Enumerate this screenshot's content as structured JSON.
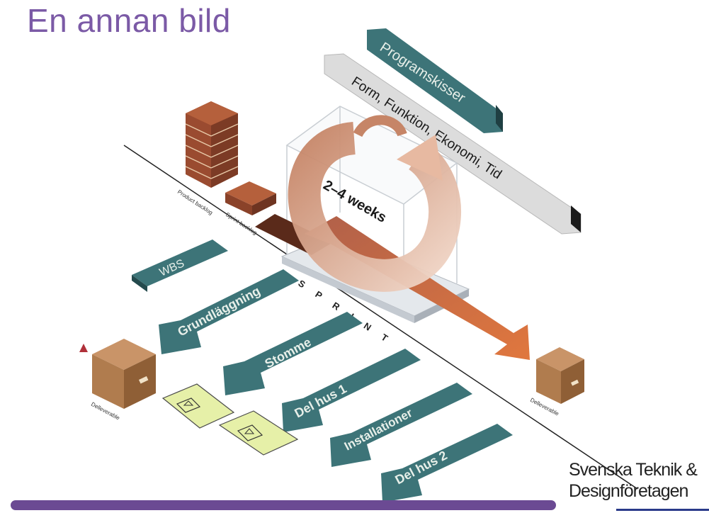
{
  "slide": {
    "title": "En annan bild"
  },
  "diagram": {
    "program_banner": "Programskisser",
    "criteria_banner": "Form, Funktion, Ekonomi, Tid",
    "cycle_label": "2–4 weeks",
    "stack_labels": [
      "Product backlog",
      "Sprint backlog"
    ],
    "sprint_letters": "SPRINT",
    "wbs_label": "WBS",
    "work_packages": [
      "Grundläggning",
      "Stomme",
      "Del hus 1",
      "Installationer",
      "Del hus 2"
    ],
    "deliverable_labels": [
      "Delleverable",
      "Delleverable"
    ],
    "colors": {
      "teal": "#3d7478",
      "grey_banner": "#d9d9d9",
      "brick": "#9a4b30",
      "cycle": "#d9a88c",
      "arrow_orange": "#d9733f",
      "box_brown": "#b07c4e",
      "plan_green": "#e6f0a8"
    }
  },
  "logo": {
    "line1": "Svenska Teknik &",
    "line2": "Designföretagen"
  }
}
